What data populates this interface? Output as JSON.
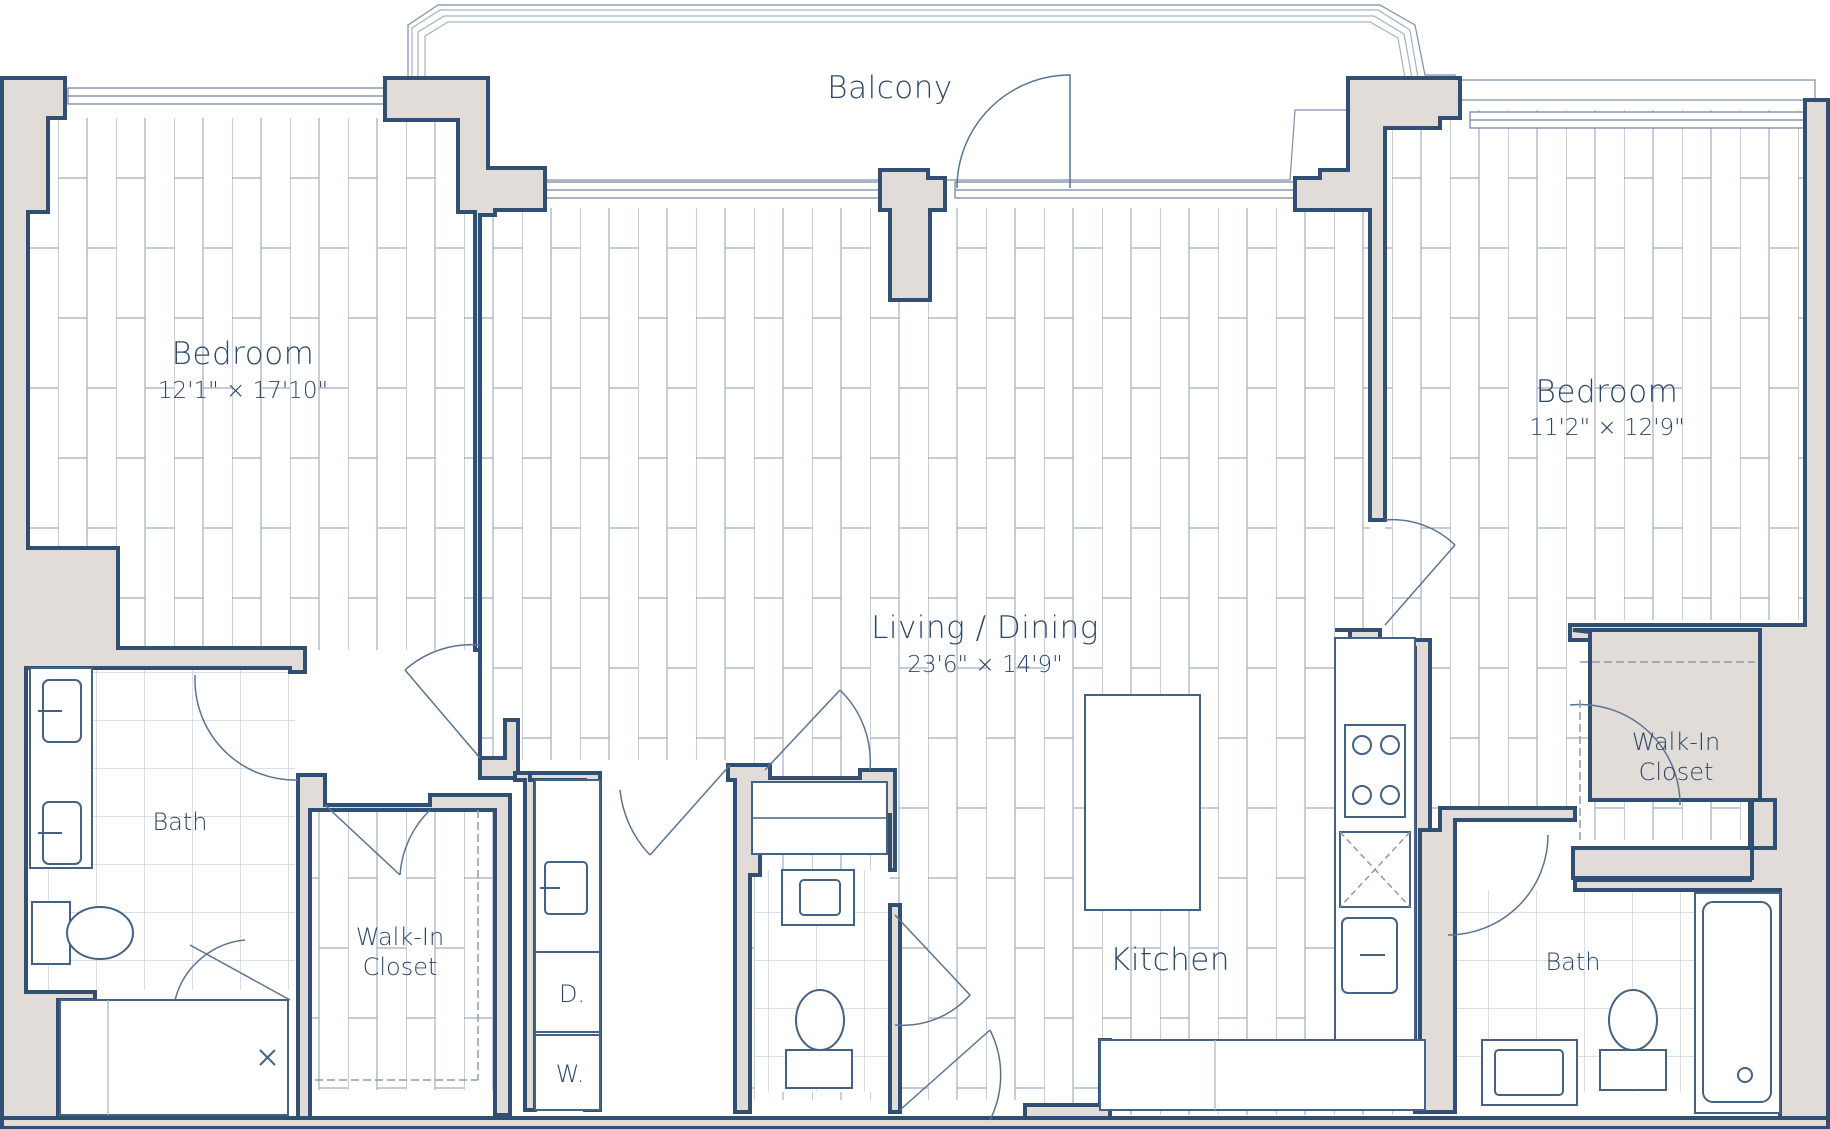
{
  "plan": {
    "balcony": "Balcony",
    "bedroom_left": {
      "name": "Bedroom",
      "dim": "12'1\" × 17'10\""
    },
    "bedroom_right": {
      "name": "Bedroom",
      "dim": "11'2\" × 12'9\""
    },
    "living": {
      "name": "Living / Dining",
      "dim": "23'6\" × 14'9\""
    },
    "kitchen": "Kitchen",
    "bath_left": "Bath",
    "bath_right": "Bath",
    "closet_left": [
      "Walk-In",
      "Closet"
    ],
    "closet_right": [
      "Walk-In",
      "Closet"
    ],
    "dryer": "D.",
    "washer": "W."
  },
  "colors": {
    "wall_fill": "#e2dcd8",
    "wall_stroke": "#314f73",
    "text": "#2d4766"
  }
}
